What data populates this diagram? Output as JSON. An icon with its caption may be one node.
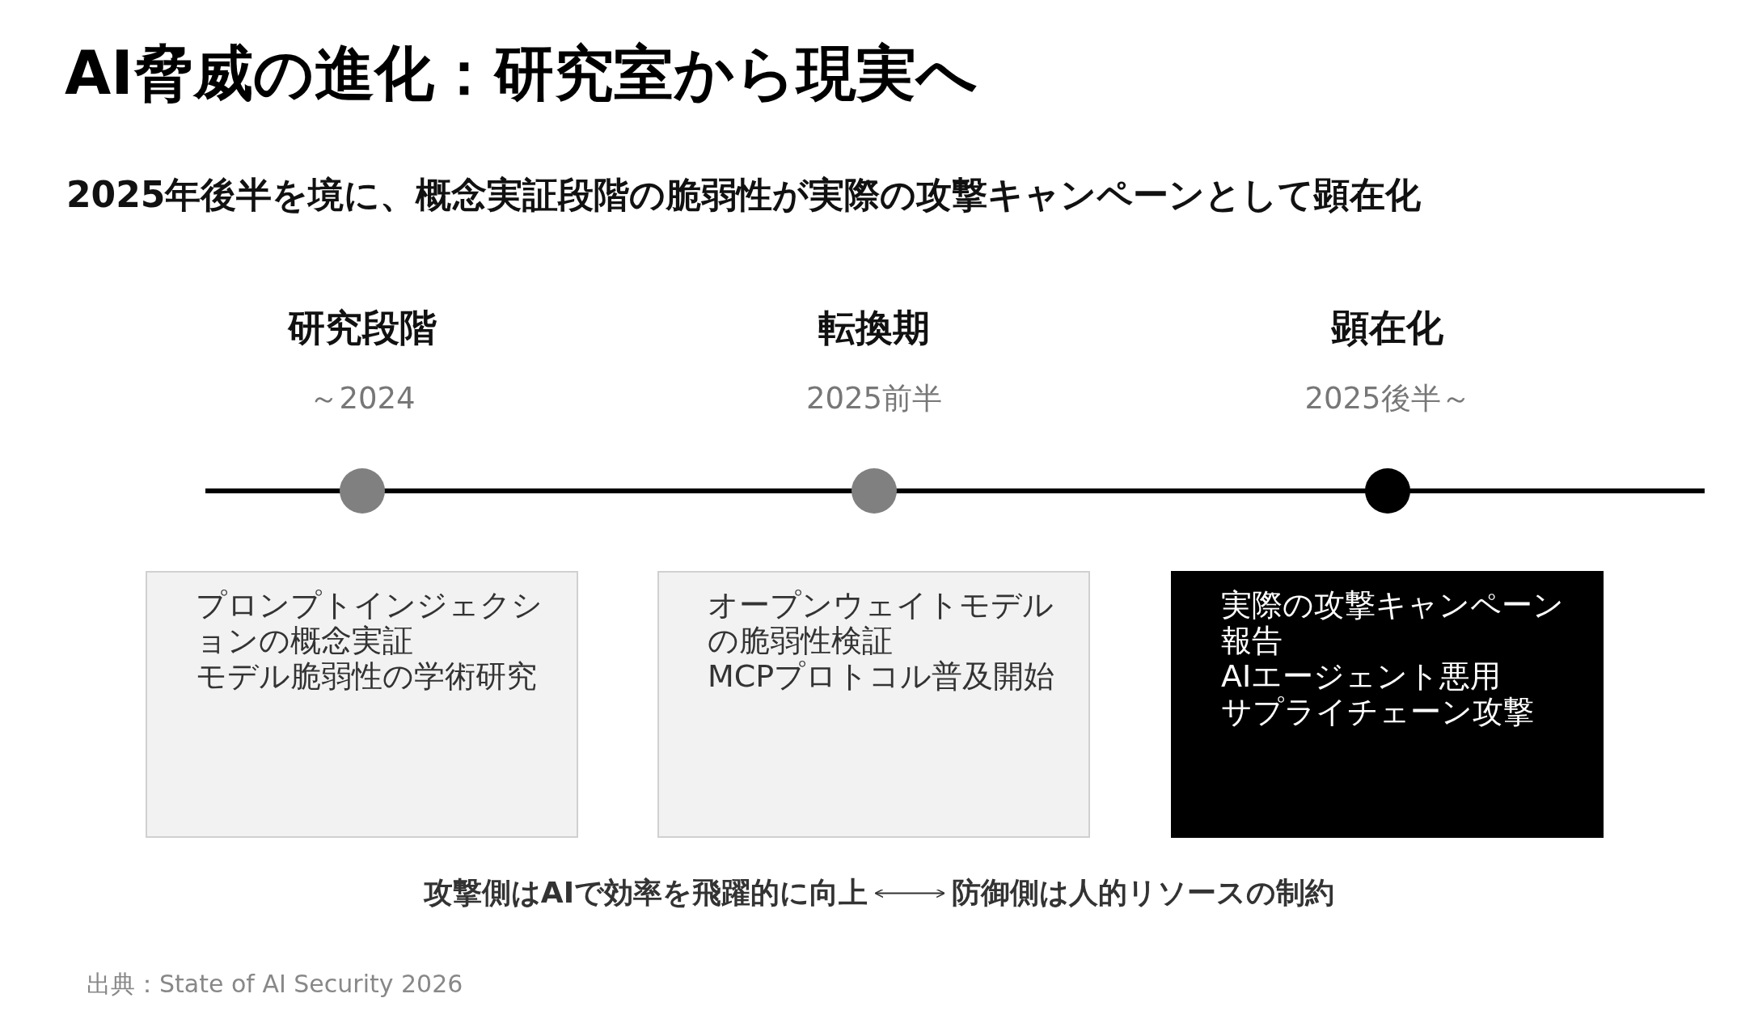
{
  "diagram": {
    "title": "AI脅威の進化：研究室から現実へ",
    "nodes": [
      {
        "text": [
          "プロンプトインジェクションの概念実証",
          "モデル脆弱性の学術研究"
        ]
      },
      {
        "text": [
          "オープンウェイトモデルの脆弱性検証",
          "MCPプロトコル普及開始"
        ]
      },
      {
        "text": [
          "実際の攻撃キャンペーン報告",
          "AIエージェント悪用",
          "サプライチェーン攻撃"
        ]
      },
      {
        "text": [
          "攻撃側はAIで効率を飛躍的に向上"
        ]
      },
      {
        "text": [
          "防御側は人的リソースの制約"
        ]
      }
    ],
    "edges": [
      {
        "from": 3,
        "to": 4,
        "arrow": "both"
      }
    ],
    "labels": [
      "2025年後半を境に、概念実証段階の脆弱性が実際の攻撃キャンペーンとして顕在化",
      "研究段階",
      "転換期",
      "顕在化",
      "～2024",
      "2025前半",
      "2025後半～"
    ],
    "caption": "出典：State of AI Security 2026"
  }
}
